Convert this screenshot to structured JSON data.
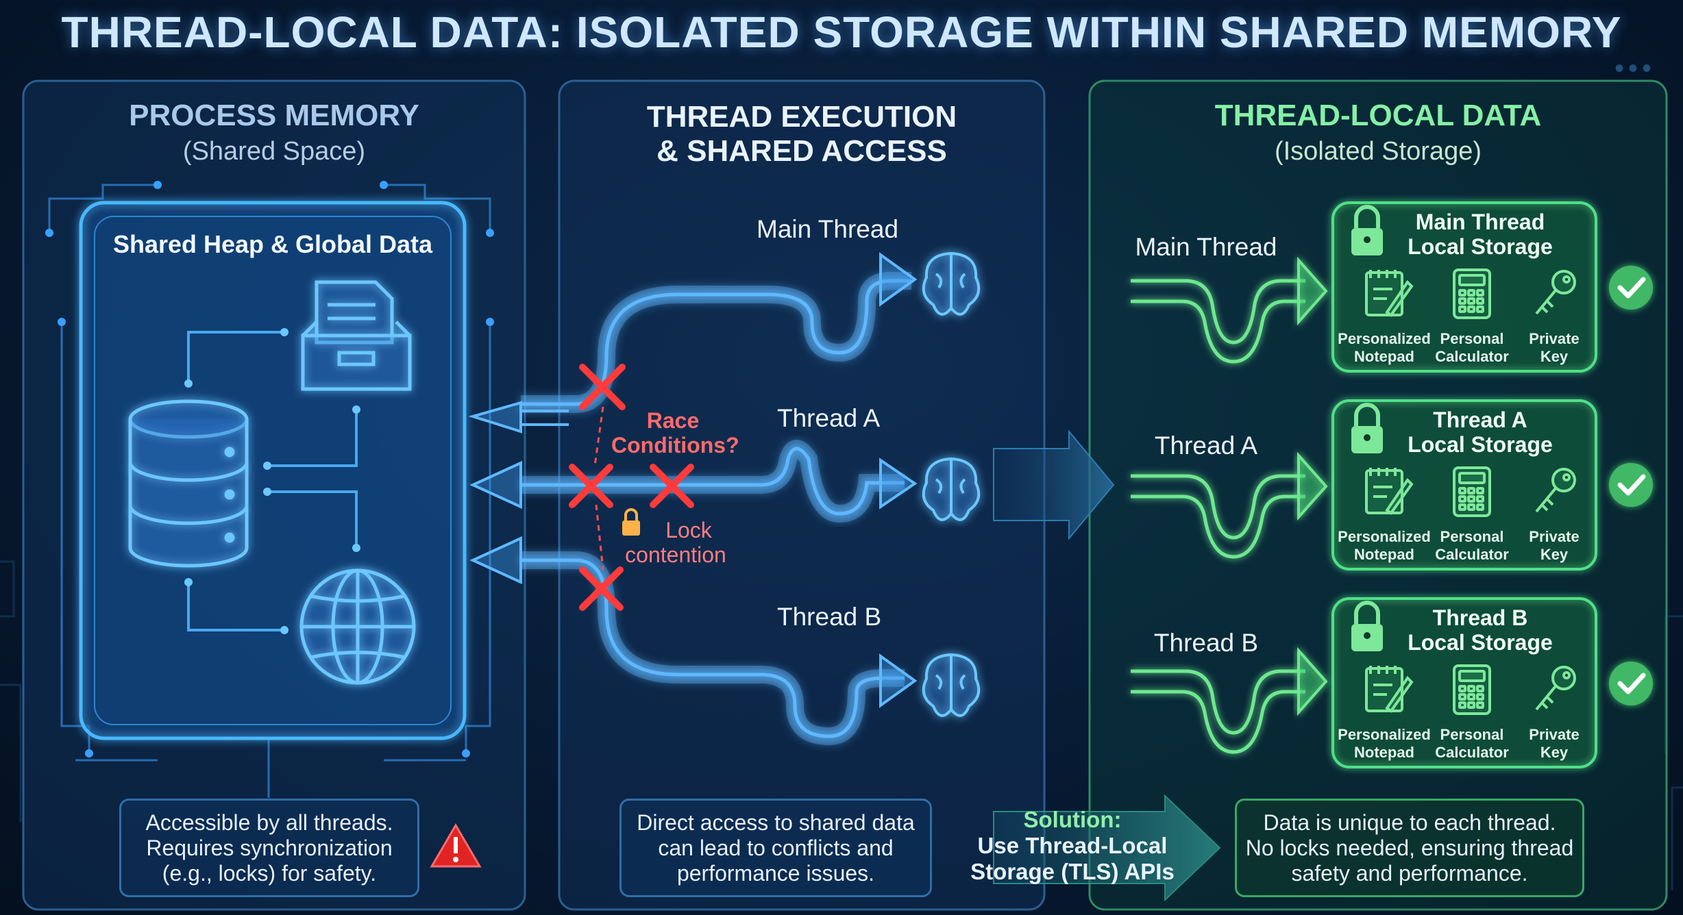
{
  "title": "THREAD-LOCAL DATA: ISOLATED STORAGE WITHIN SHARED MEMORY",
  "colors": {
    "blue_accent": "#3aa0ff",
    "green_accent": "#3fd67a",
    "red_accent": "#ff3b3b",
    "background": "#071a33"
  },
  "left_panel": {
    "heading": "PROCESS MEMORY",
    "subheading": "(Shared Space)",
    "box_title": "Shared Heap & Global Data",
    "icons": [
      "database-icon",
      "file-tray-icon",
      "globe-icon"
    ],
    "caption": [
      "Accessible by all threads.",
      "Requires synchronization",
      "(e.g., locks) for safety."
    ],
    "warning_icon": "warning-icon"
  },
  "middle_panel": {
    "heading_line1": "THREAD EXECUTION",
    "heading_line2": "& SHARED ACCESS",
    "threads": [
      "Main Thread",
      "Thread A",
      "Thread B"
    ],
    "race_note": [
      "Race",
      "Conditions?"
    ],
    "lock_note": [
      "Lock",
      "contention"
    ],
    "caption": [
      "Direct access to shared data",
      "can lead to conflicts and",
      "performance issues."
    ]
  },
  "right_panel": {
    "heading": "THREAD-LOCAL DATA",
    "subheading": "(Isolated Storage)",
    "threads": [
      "Main Thread",
      "Thread A",
      "Thread B"
    ],
    "stores": [
      {
        "title1": "Main Thread",
        "title2": "Local Storage"
      },
      {
        "title1": "Thread A",
        "title2": "Local Storage"
      },
      {
        "title1": "Thread B",
        "title2": "Local Storage"
      }
    ],
    "items": [
      {
        "line1": "Personalized",
        "line2": "Notepad"
      },
      {
        "line1": "Personal",
        "line2": "Calculator"
      },
      {
        "line1": "Private",
        "line2": "Key"
      }
    ],
    "caption": [
      "Data is unique to each thread.",
      "No locks needed, ensuring thread",
      "safety and performance."
    ]
  },
  "solution": {
    "head": "Solution:",
    "line1": "Use Thread-Local",
    "line2": "Storage (TLS) APIs"
  }
}
